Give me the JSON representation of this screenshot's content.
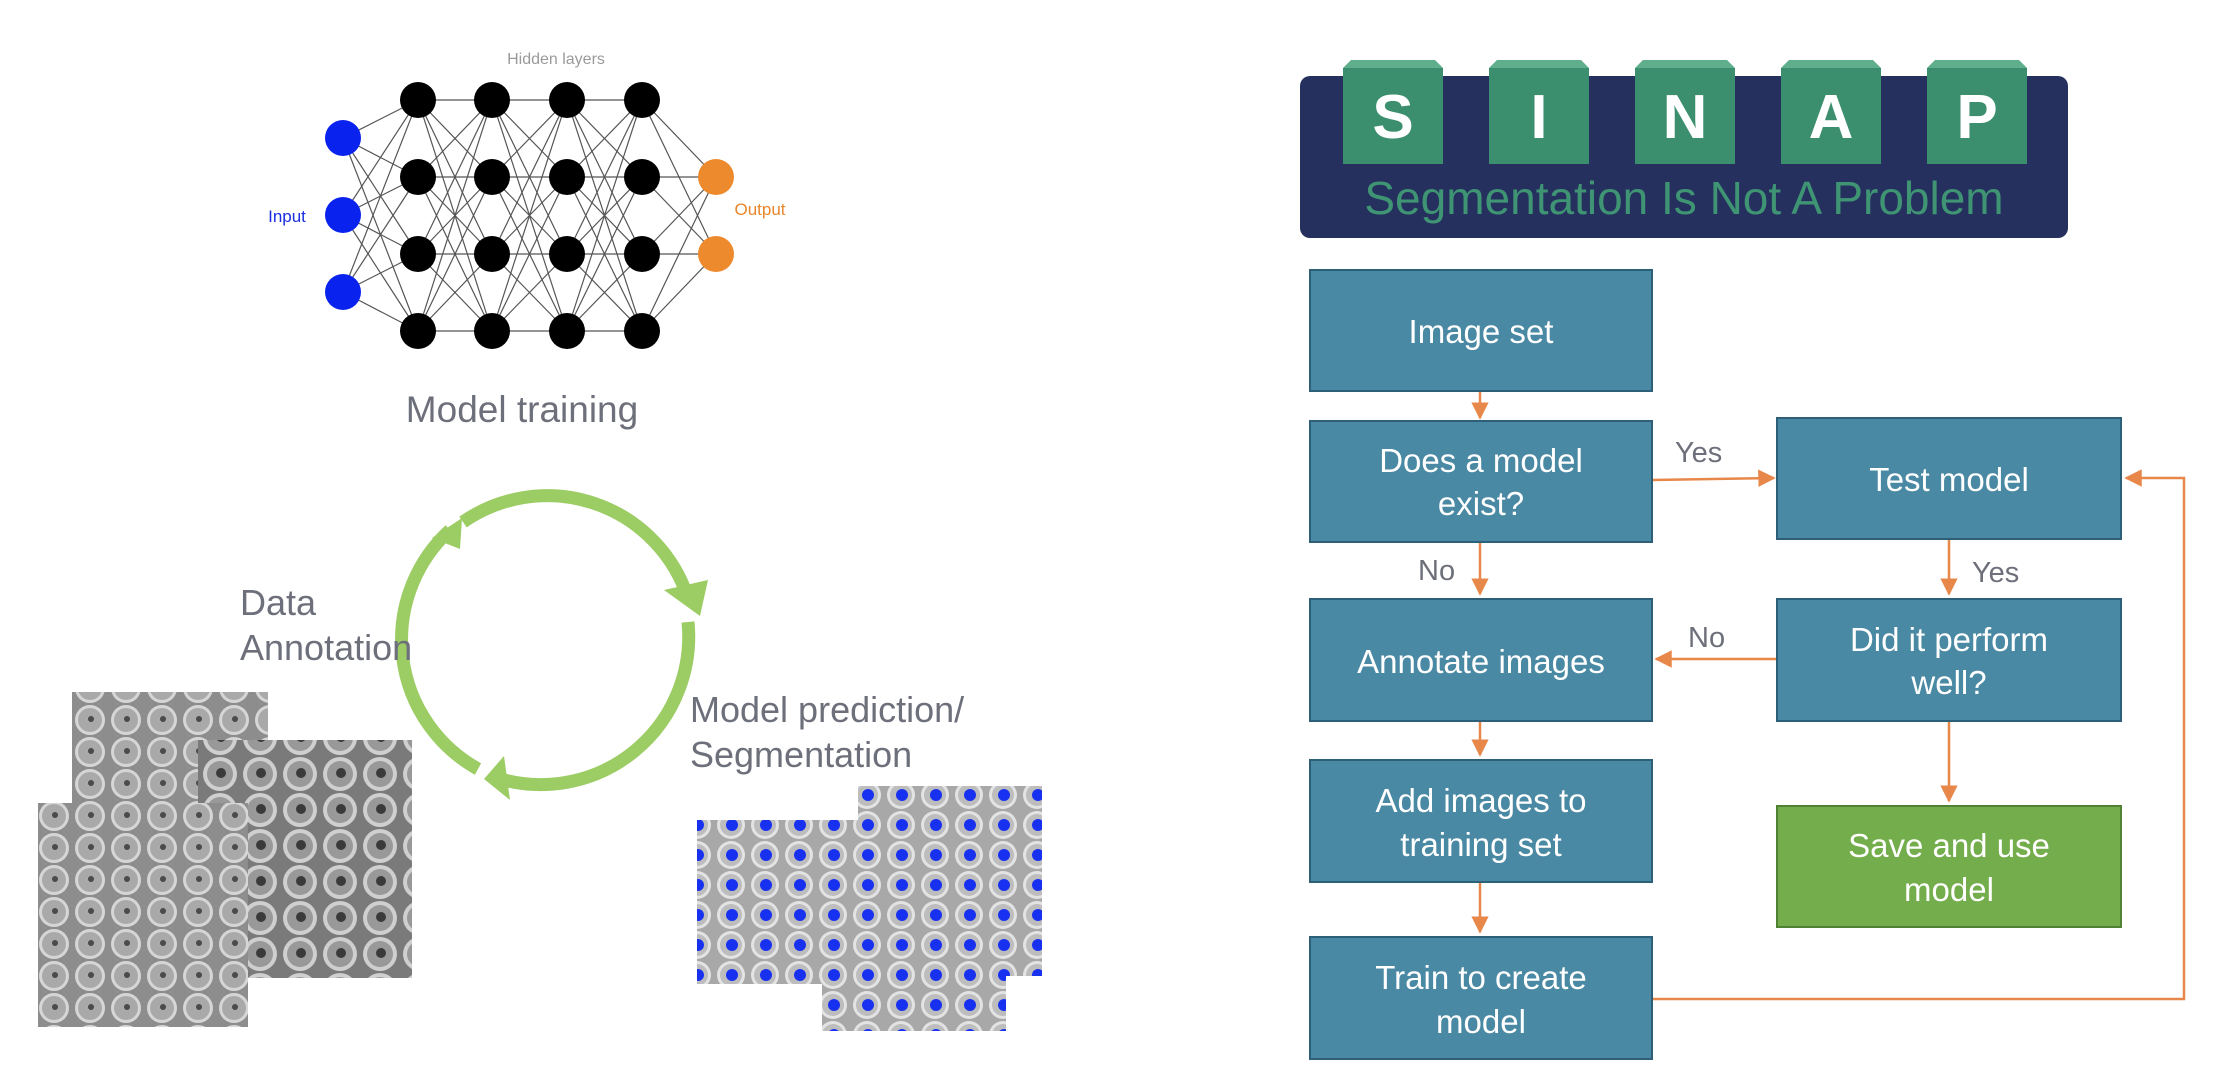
{
  "neural_net": {
    "hidden_label": "Hidden layers",
    "input_label": "Input",
    "output_label": "Output",
    "input_color": "#0a22ee",
    "hidden_color": "#000000",
    "output_color": "#ee8a2e",
    "layer_sizes": [
      3,
      4,
      4,
      4,
      4,
      2
    ]
  },
  "cycle": {
    "model_training": "Model training",
    "data_annotation_line1": "Data",
    "data_annotation_line2": "Annotation",
    "prediction_line1": "Model prediction/",
    "prediction_line2": "Segmentation",
    "arrow_color": "#9ccc64"
  },
  "banner": {
    "letters": [
      "S",
      "I",
      "N",
      "A",
      "P"
    ],
    "subtitle": "Segmentation Is Not A Problem",
    "bg_color": "#25305e",
    "tile_color": "#3c8f6e"
  },
  "flowchart": {
    "box_color": "#4a89a3",
    "final_color": "#74ad4b",
    "arrow_color": "#e8874a",
    "image_set": "Image set",
    "model_exist_1": "Does a model",
    "model_exist_2": "exist?",
    "test_model": "Test model",
    "perform_1": "Did it perform",
    "perform_2": "well?",
    "annotate": "Annotate images",
    "add_images_1": "Add images to",
    "add_images_2": "training set",
    "save_1": "Save and use",
    "save_2": "model",
    "train_1": "Train to create",
    "train_2": "model",
    "yes_1": "Yes",
    "yes_2": "Yes",
    "no_1": "No",
    "no_2": "No"
  }
}
